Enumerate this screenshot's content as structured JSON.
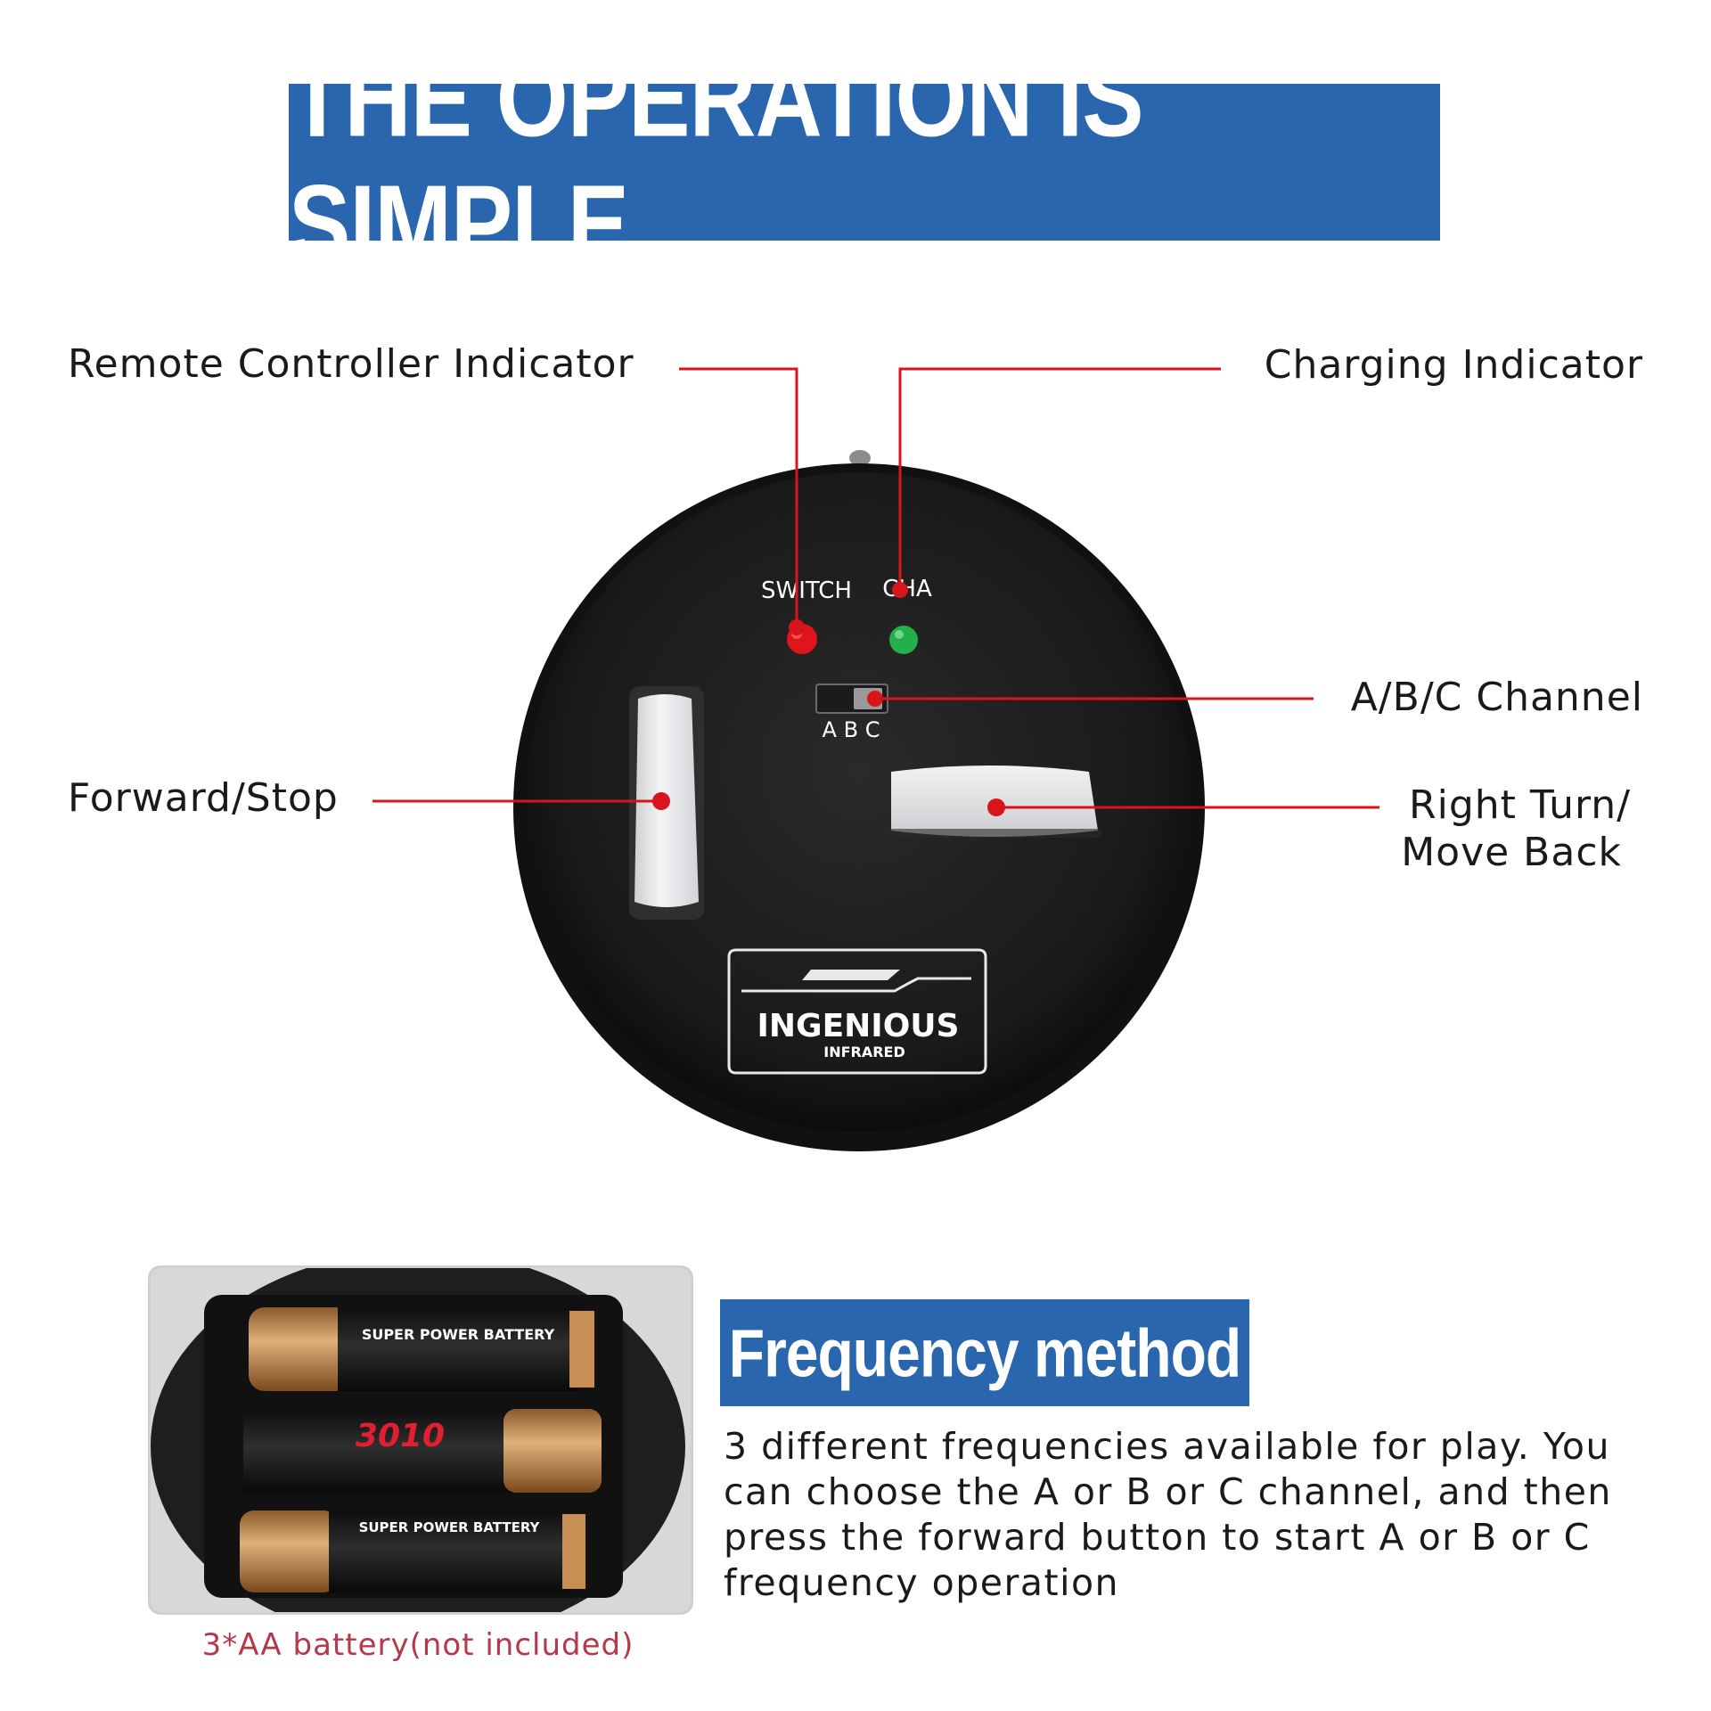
{
  "header": {
    "title": "THE OPERATION IS SIMPLE"
  },
  "callouts": {
    "remote_indicator": "Remote Controller Indicator",
    "charging_indicator": "Charging Indicator",
    "channel": "A/B/C Channel",
    "forward_stop": "Forward/Stop",
    "right_turn_line1": "Right Turn/",
    "right_turn_line2": "Move Back"
  },
  "device": {
    "switch_label": "SWITCH",
    "cha_label": "CHA",
    "channel_letters": "A B C",
    "brand": "INGENIOUS",
    "brand_sub": "INFRARED",
    "led_switch_color": "#e0141c",
    "led_cha_color": "#22b04a"
  },
  "battery": {
    "caption": "3*AA battery(not included)",
    "label_top": "SUPER POWER BATTERY",
    "label_mid": "3010",
    "label_bottom": "SUPER POWER BATTERY"
  },
  "frequency": {
    "title": "Frequency method",
    "description": "3 different frequencies available for play. You can choose the A or B or C channel, and then press the forward button to start A or B or C frequency operation"
  },
  "colors": {
    "accent": "#2a66ad",
    "leader": "#d8141c",
    "caption": "#b33a4a"
  }
}
